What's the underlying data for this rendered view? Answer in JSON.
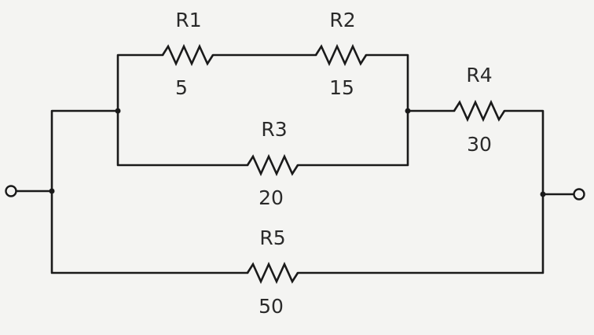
{
  "components": {
    "r1": {
      "name": "R1",
      "value": "5"
    },
    "r2": {
      "name": "R2",
      "value": "15"
    },
    "r3": {
      "name": "R3",
      "value": "20"
    },
    "r4": {
      "name": "R4",
      "value": "30"
    },
    "r5": {
      "name": "R5",
      "value": "50"
    }
  },
  "colors": {
    "ink": "#1a1a1a",
    "paper": "#f4f4f2"
  }
}
